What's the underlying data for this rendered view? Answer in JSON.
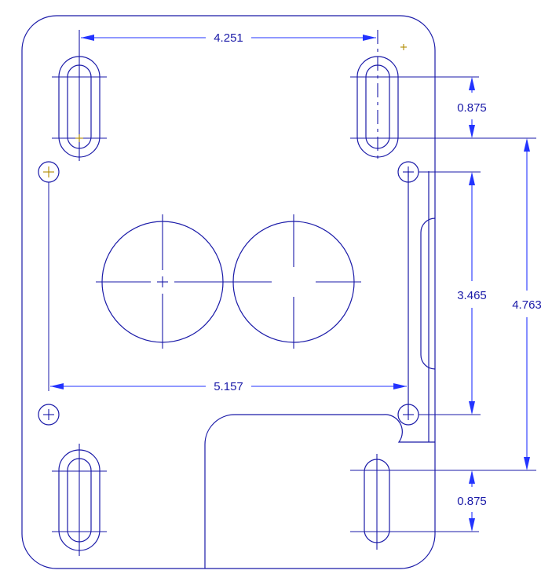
{
  "drawing": {
    "dimensions": {
      "top_width": "4.251",
      "bottom_width": "5.157",
      "upper_slot": "0.875",
      "lower_slot": "0.875",
      "hole_spacing": "3.465",
      "slot_spacing": "4.763"
    },
    "colors": {
      "outline": "#1a1aa8",
      "dimension": "#2233ff",
      "marker": "#b08a00",
      "background": "#ffffff"
    }
  }
}
